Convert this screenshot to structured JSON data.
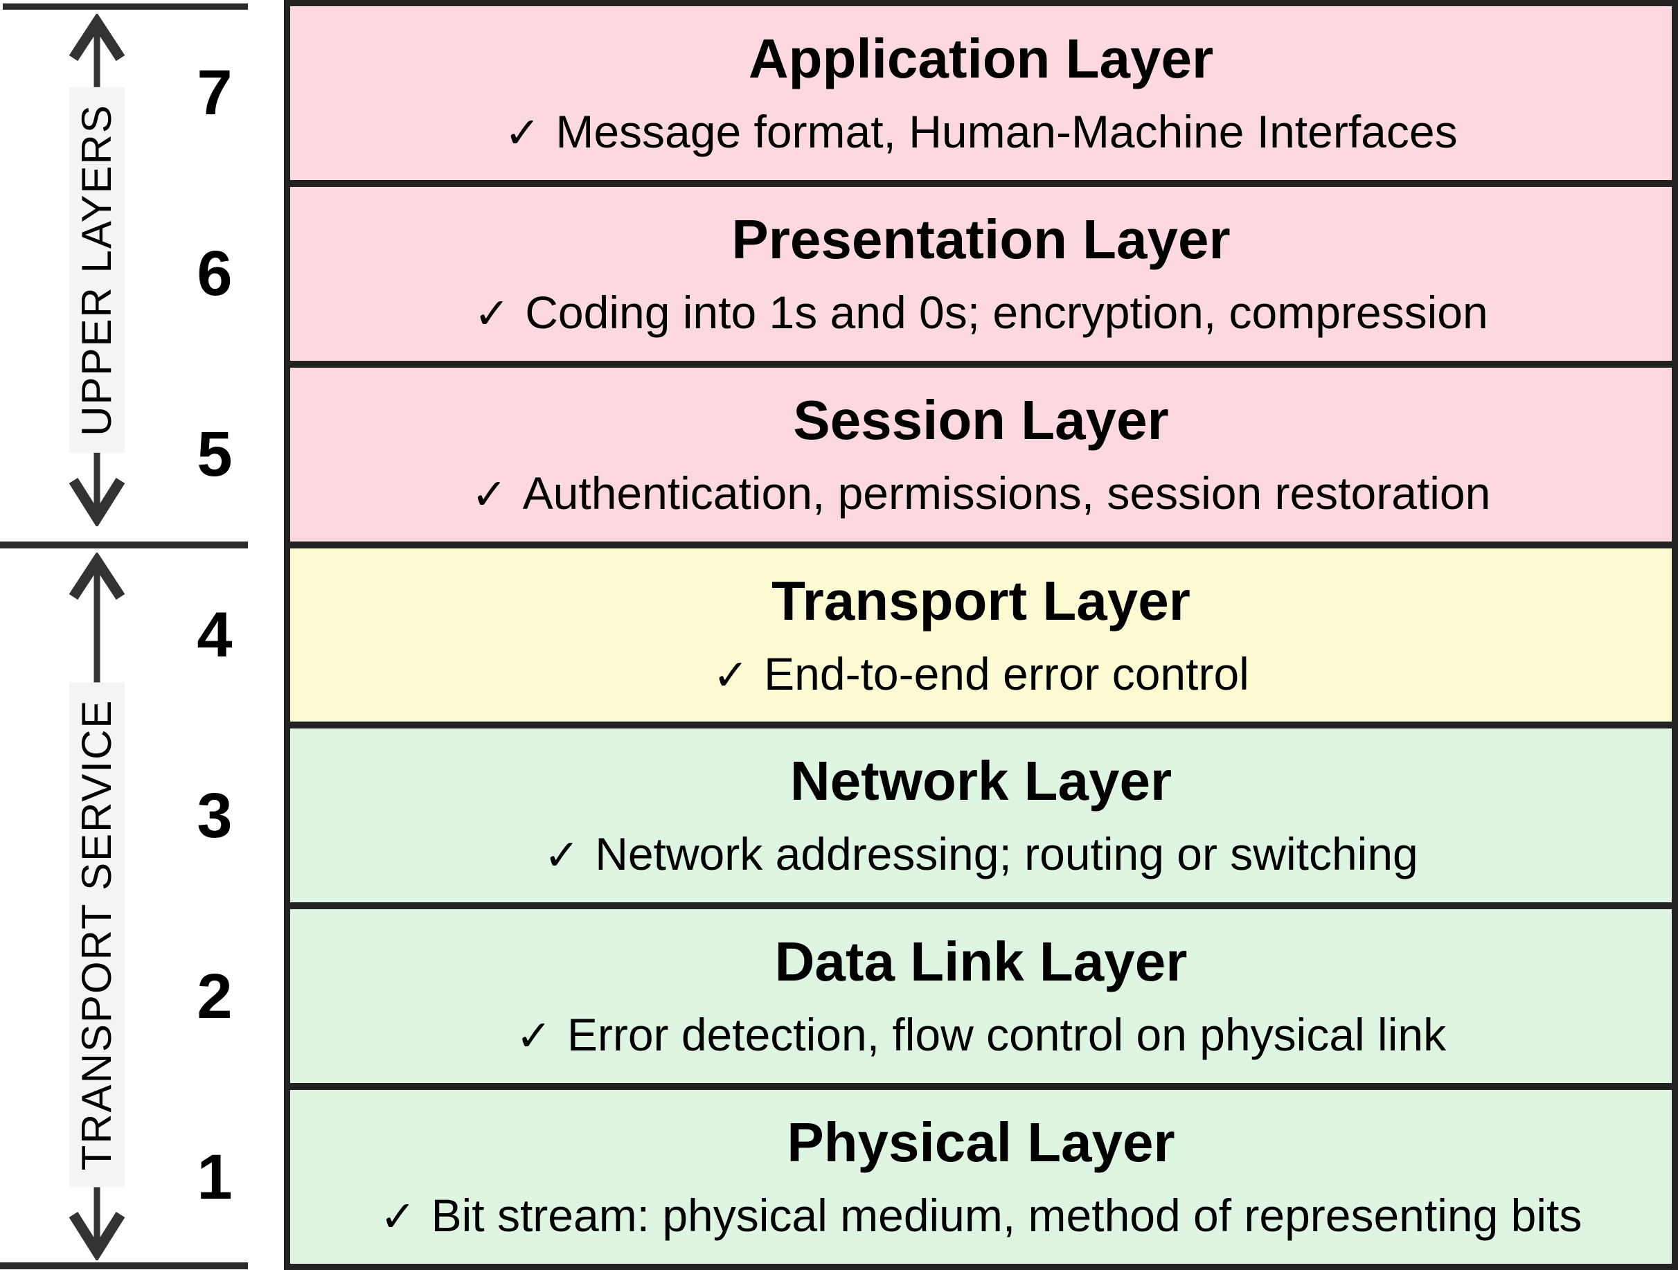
{
  "figure": {
    "title_implicit": "OSI seven-layer model",
    "check_glyph": "✓"
  },
  "sidebar": {
    "upper_label": "UPPER LAYERS",
    "lower_label": "TRANSPORT SERVICE",
    "upper_arrow": "double-headed-vertical-arrow",
    "lower_arrow": "double-headed-vertical-arrow"
  },
  "colors": {
    "pink_rows": "#fbd9de",
    "yellow_row": "#fcfad2",
    "green_rows": "#ddf5e1",
    "table_border": "#222222",
    "gutter_lines": "#333333",
    "text": "#000000",
    "vlabel_bg": "#f4f4f4"
  },
  "layers": [
    {
      "number": "7",
      "title": "Application Layer",
      "desc": "Message format, Human-Machine Interfaces",
      "color": "#fbd9de"
    },
    {
      "number": "6",
      "title": "Presentation Layer",
      "desc": "Coding into 1s and 0s; encryption, compression",
      "color": "#fbd9de"
    },
    {
      "number": "5",
      "title": "Session Layer",
      "desc": "Authentication, permissions, session restoration",
      "color": "#fbd9de"
    },
    {
      "number": "4",
      "title": "Transport Layer",
      "desc": "End-to-end error control",
      "color": "#fcfad2"
    },
    {
      "number": "3",
      "title": "Network Layer",
      "desc": "Network addressing; routing or switching",
      "color": "#ddf5e1"
    },
    {
      "number": "2",
      "title": "Data Link Layer",
      "desc": "Error detection, flow control on physical link",
      "color": "#ddf5e1"
    },
    {
      "number": "1",
      "title": "Physical Layer",
      "desc": "Bit stream: physical medium, method of representing bits",
      "color": "#ddf5e1"
    }
  ]
}
